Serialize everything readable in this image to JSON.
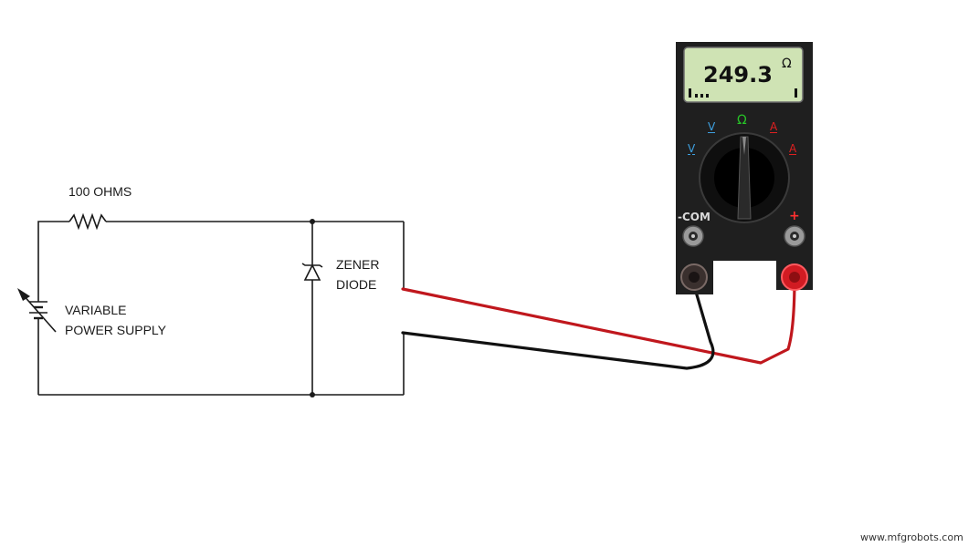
{
  "circuit": {
    "resistor_label": "100 OHMS",
    "supply_label_line1": "VARIABLE",
    "supply_label_line2": "POWER SUPPLY",
    "diode_label_line1": "ZENER",
    "diode_label_line2": "DIODE"
  },
  "multimeter": {
    "reading": "249.3",
    "unit_symbol": "Ω",
    "dial_labels": {
      "dc_volts": "V",
      "ac_volts": "V",
      "ohms": "Ω",
      "dc_amps": "A",
      "ac_amps": "A"
    },
    "com_label": "-COM",
    "positive_label": "+"
  },
  "colors": {
    "wire": "#1a1a1a",
    "lead_red": "#c0171d",
    "lead_black": "#111111",
    "meter_body": "#1f1f1f",
    "lcd": "#cfe3b4",
    "ohms_label": "#27c227",
    "amps_label": "#e02020",
    "volts_label": "#3ea0e0"
  },
  "watermark": "www.mfgrobots.com"
}
